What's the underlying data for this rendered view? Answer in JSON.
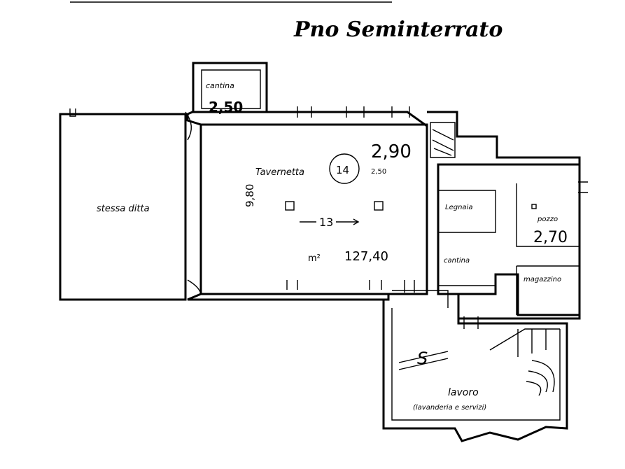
{
  "title": "Pno Seminterrato",
  "rooms": {
    "cantina_top": "cantina",
    "cantina_top_value": "2,50",
    "stessa_ditta": "stessa ditta",
    "tavernetta": "Tavernetta",
    "tavernetta_num": "14",
    "tavernetta_h": "2,50",
    "height_290": "2,90",
    "dim_9": "9,80",
    "dim_13": "13",
    "area": "127,40",
    "area_prefix": "m²",
    "legnaia": "Legnaia",
    "pozzo": "pozzo",
    "height_270": "2,70",
    "cantina_mid": "cantina",
    "magazzino": "magazzino",
    "scala_s": "S",
    "lavoro": "lavoro",
    "lavoro_note": "(lavanderia e servizi)"
  }
}
